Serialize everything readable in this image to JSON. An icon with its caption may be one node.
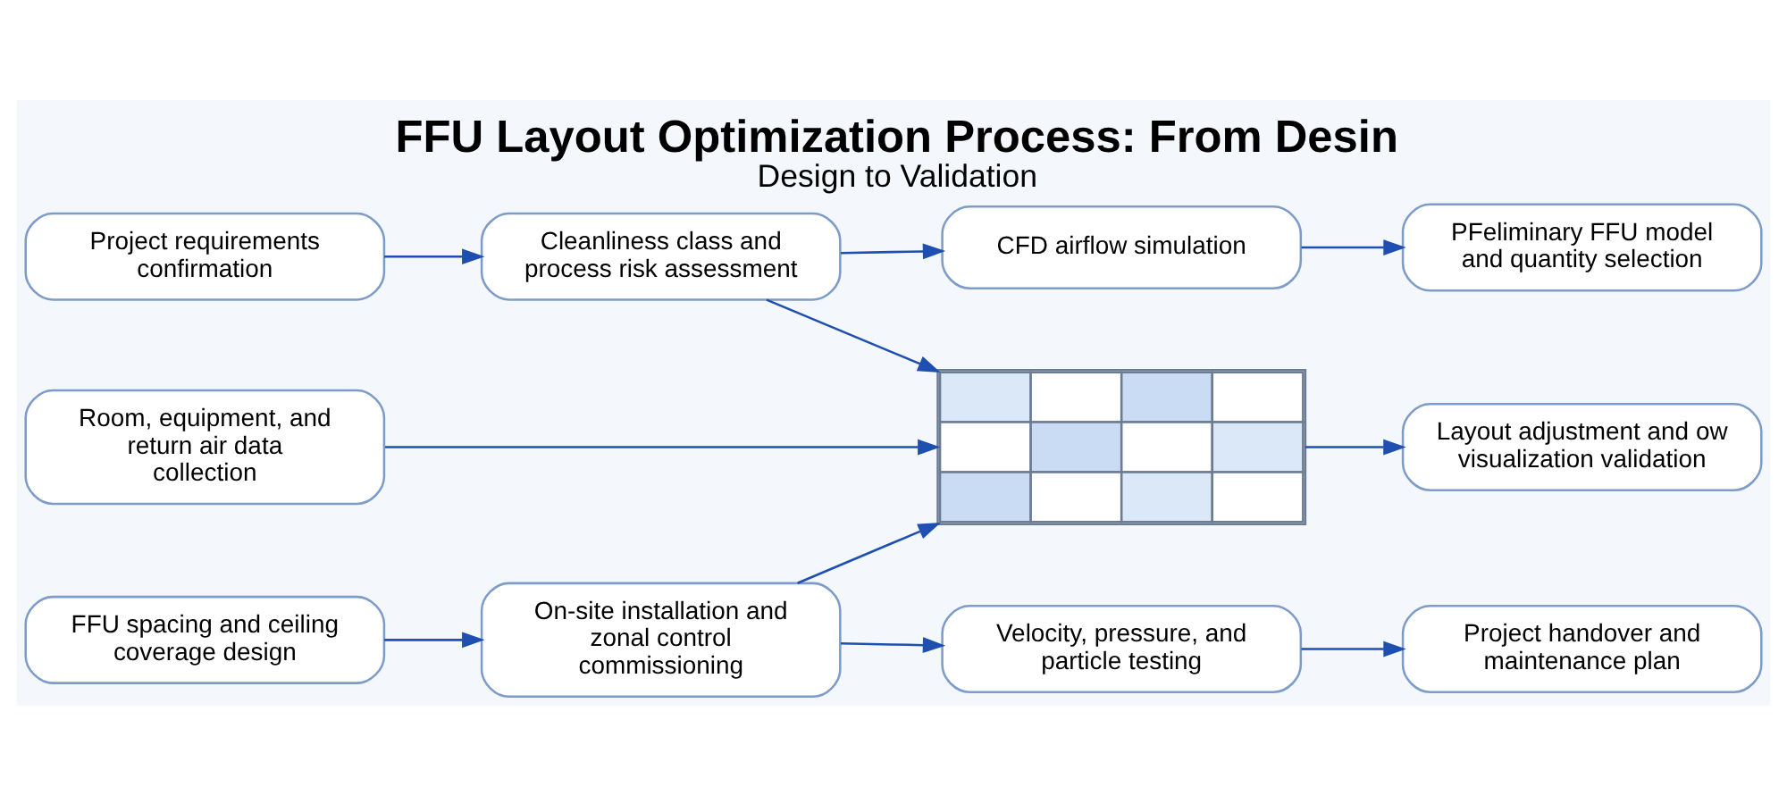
{
  "diagram": {
    "title": "FFU Layout Optimization Process: From Desin",
    "caption": "Design to Validation",
    "nodes": [
      {
        "text": [
          "Project requirements confirmation"
        ]
      },
      {
        "text": [
          "Cleanliness class and process risk assessment"
        ]
      },
      {
        "text": [
          "CFD airflow simulation"
        ]
      },
      {
        "text": [
          "PFeliminary FFU model and quantity selection"
        ]
      },
      {
        "text": [
          "Room, equipment, and return air data collection"
        ]
      },
      {
        "text": [],
        "shape": "picture"
      },
      {
        "text": [
          "Layout adjustment and ow visualization validation"
        ]
      },
      {
        "text": [
          "FFU spacing and ceiling coverage design"
        ]
      },
      {
        "text": [
          "On-site installation and zonal control commissioning"
        ]
      },
      {
        "text": [
          "Velocity, pressure, and particle testing"
        ]
      },
      {
        "text": [
          "Project handover and maintenance plan"
        ]
      }
    ],
    "edges": [
      {
        "from": 0,
        "to": 1,
        "arrow": "to"
      },
      {
        "from": 1,
        "to": 2,
        "arrow": "to"
      },
      {
        "from": 1,
        "to": 5,
        "arrow": "to"
      },
      {
        "from": 2,
        "to": 3,
        "arrow": "to"
      },
      {
        "from": 4,
        "to": 5,
        "arrow": "to"
      },
      {
        "from": 5,
        "to": 6,
        "arrow": "to"
      },
      {
        "from": 7,
        "to": 8,
        "arrow": "to"
      },
      {
        "from": 8,
        "to": 9,
        "arrow": "to"
      },
      {
        "from": 8,
        "to": 5,
        "arrow": "to"
      },
      {
        "from": 9,
        "to": 10,
        "arrow": "to"
      }
    ]
  }
}
